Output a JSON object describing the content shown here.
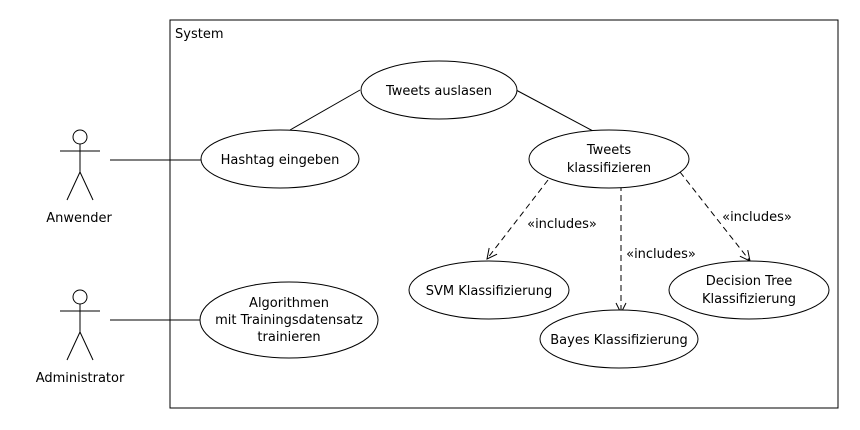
{
  "system": {
    "label": "System"
  },
  "actors": {
    "anwender": {
      "label": "Anwender"
    },
    "administrator": {
      "label": "Administrator"
    }
  },
  "usecases": {
    "tweets_auslesen": {
      "lines": [
        "Tweets auslasen"
      ]
    },
    "hashtag_eingeben": {
      "lines": [
        "Hashtag eingeben"
      ]
    },
    "tweets_klassifizieren": {
      "lines": [
        "Tweets",
        "klassifizieren"
      ]
    },
    "svm": {
      "lines": [
        "SVM Klassifizierung"
      ]
    },
    "bayes": {
      "lines": [
        "Bayes Klassifizierung"
      ]
    },
    "decision_tree": {
      "lines": [
        "Decision Tree",
        "Klassifizierung"
      ]
    },
    "algorithmen": {
      "lines": [
        "Algorithmen",
        "mit Trainingsdatensatz",
        "trainieren"
      ]
    }
  },
  "relations": {
    "include_svm": "«includes»",
    "include_bayes": "«includes»",
    "include_decision_tree": "«includes»"
  }
}
